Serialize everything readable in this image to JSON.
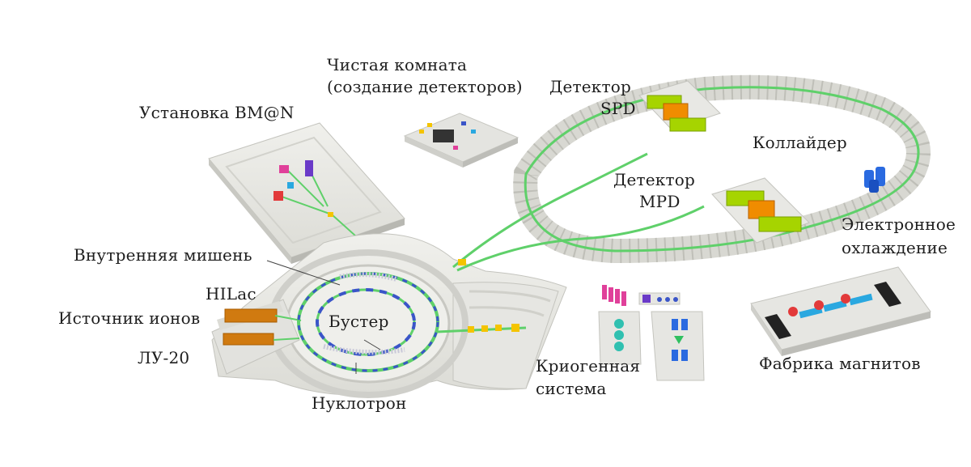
{
  "labels": {
    "clean_room_line1": "Чистая комната",
    "clean_room_line2": "(создание детекторов)",
    "bmn": "Установка BM@N",
    "spd_line1": "Детектор",
    "spd_line2": "SPD",
    "collider": "Коллайдер",
    "mpd_line1": "Детектор",
    "mpd_line2": "MPD",
    "cooling_line1": "Электронное",
    "cooling_line2": "охлаждение",
    "internal_target": "Внутренняя мишень",
    "hilac": "HILac",
    "ion_source": "Источник ионов",
    "booster": "Бустер",
    "lu20": "ЛУ-20",
    "nuclotron": "Нуклотрон",
    "cryo_line1": "Криогенная",
    "cryo_line2": "система",
    "magnet_factory": "Фабрика магнитов"
  },
  "colors": {
    "floor": "#e8e8e4",
    "floor_edge": "#cfcfca",
    "beamline": "#5fd06a",
    "magnet_blue": "#3a55c8",
    "detector_green": "#a6d400",
    "detector_orange": "#f08c00",
    "accent_pink": "#e0409a",
    "accent_yellow": "#f4c400",
    "accent_cyan": "#2aa8e0",
    "accent_red": "#e23a3a",
    "text": "#1e1e1e"
  }
}
